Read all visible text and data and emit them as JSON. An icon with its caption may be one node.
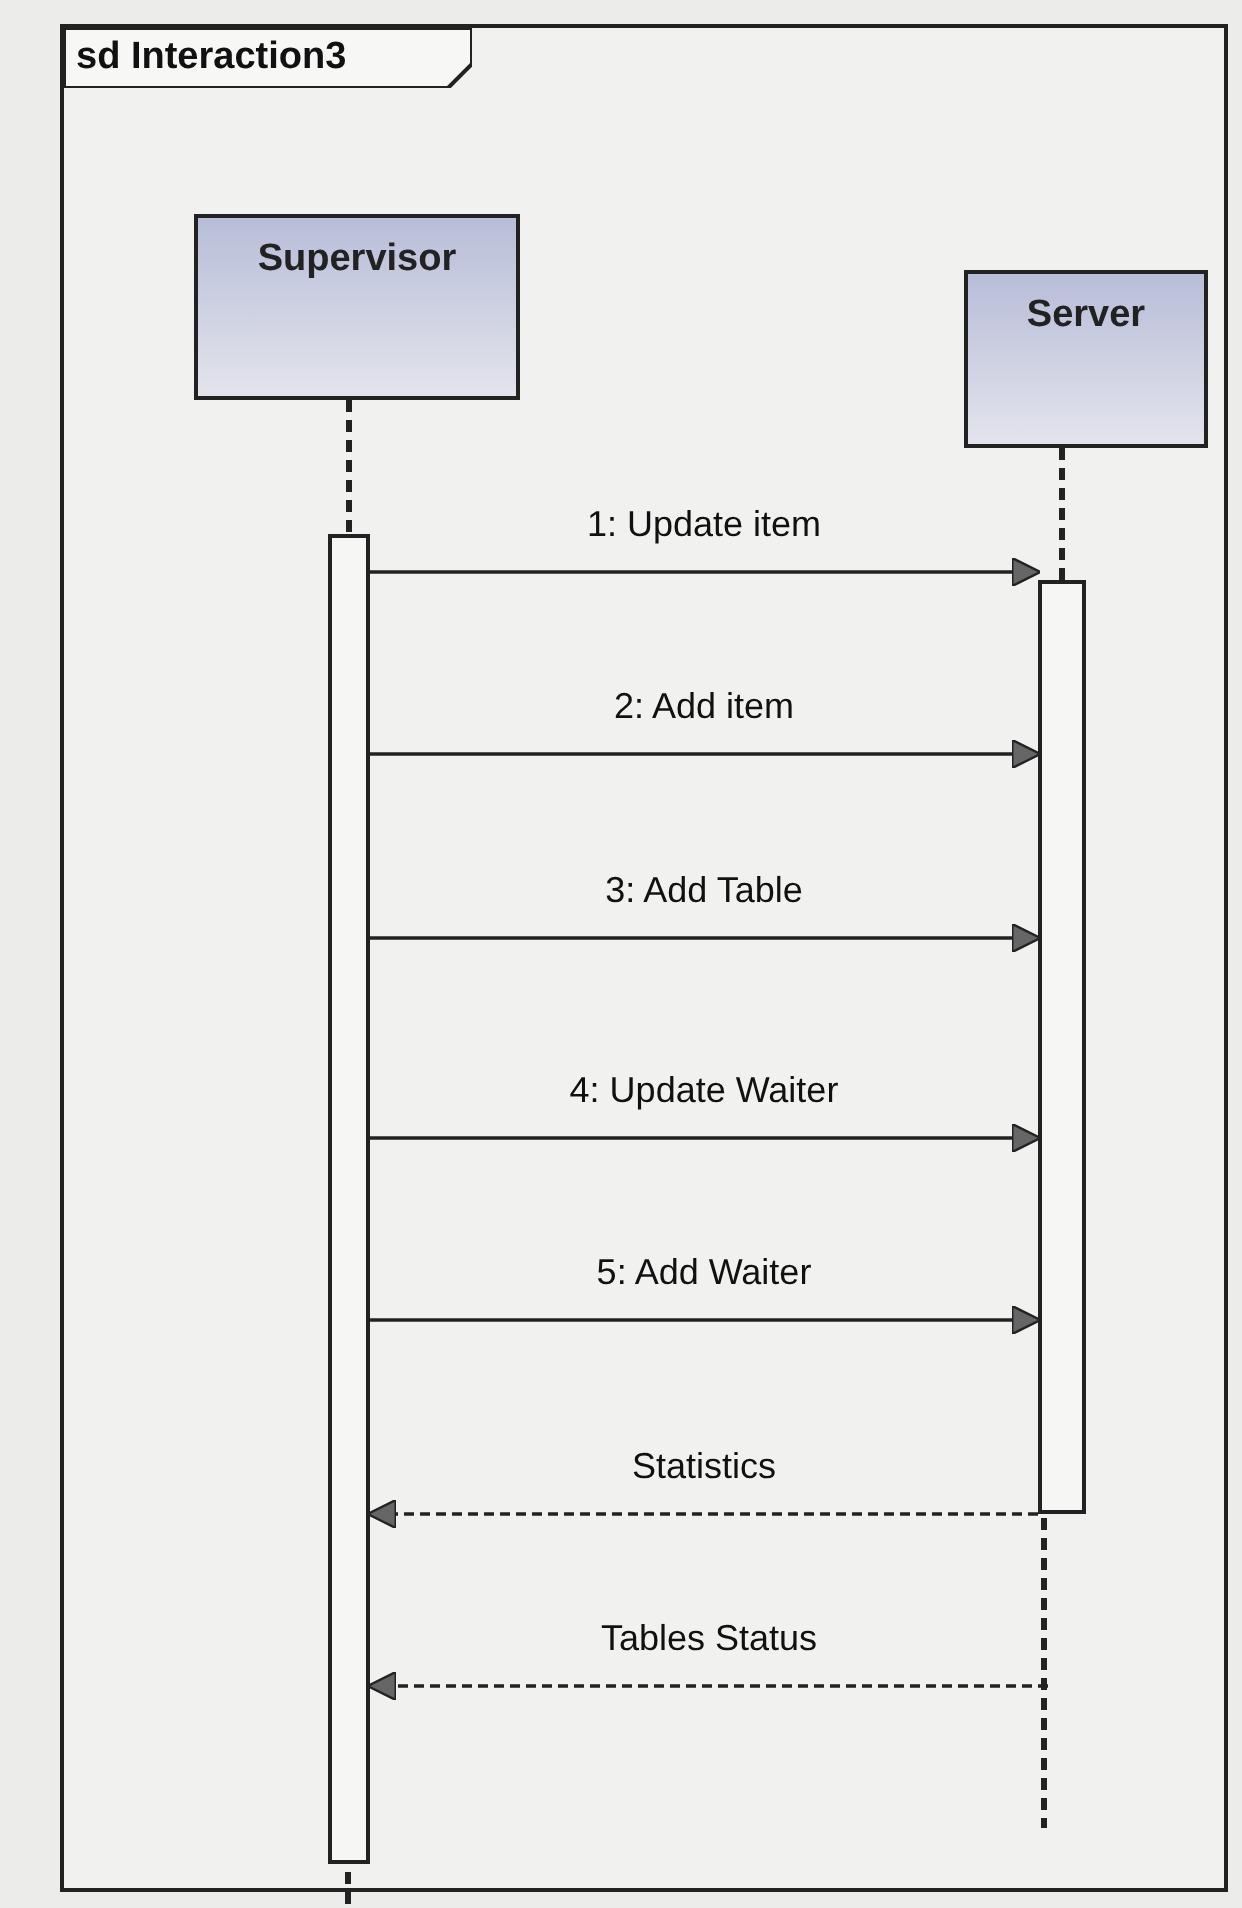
{
  "diagram": {
    "nodes": [
      {
        "text": [
          "sd Interaction3"
        ]
      },
      {
        "text": [
          "Supervisor"
        ],
        "in": 0
      },
      {
        "text": [
          "Server"
        ],
        "in": 0
      },
      {
        "text": [],
        "shape": "bar",
        "in": 0
      },
      {
        "text": [],
        "shape": "bar",
        "in": 0
      }
    ],
    "edges": [
      {
        "from": 1,
        "to": 3,
        "arrow": "none",
        "style": "dashed"
      },
      {
        "from": 2,
        "to": 4,
        "arrow": "none",
        "style": "dashed"
      },
      {
        "from": 3,
        "to": 4,
        "arrow": "to",
        "label": "1: Update item"
      },
      {
        "from": 3,
        "to": 4,
        "arrow": "to",
        "label": "2: Add item"
      },
      {
        "from": 3,
        "to": 4,
        "arrow": "to",
        "label": "3: Add Table"
      },
      {
        "from": 3,
        "to": 4,
        "arrow": "to",
        "label": "4: Update Waiter"
      },
      {
        "from": 3,
        "to": 4,
        "arrow": "to",
        "label": "5: Add Waiter"
      },
      {
        "from": 4,
        "to": 3,
        "arrow": "to",
        "label": "Statistics",
        "style": "dashed"
      },
      {
        "from": null,
        "to": 3,
        "arrow": "to",
        "label": "Tables Status",
        "style": "dashed"
      }
    ]
  }
}
